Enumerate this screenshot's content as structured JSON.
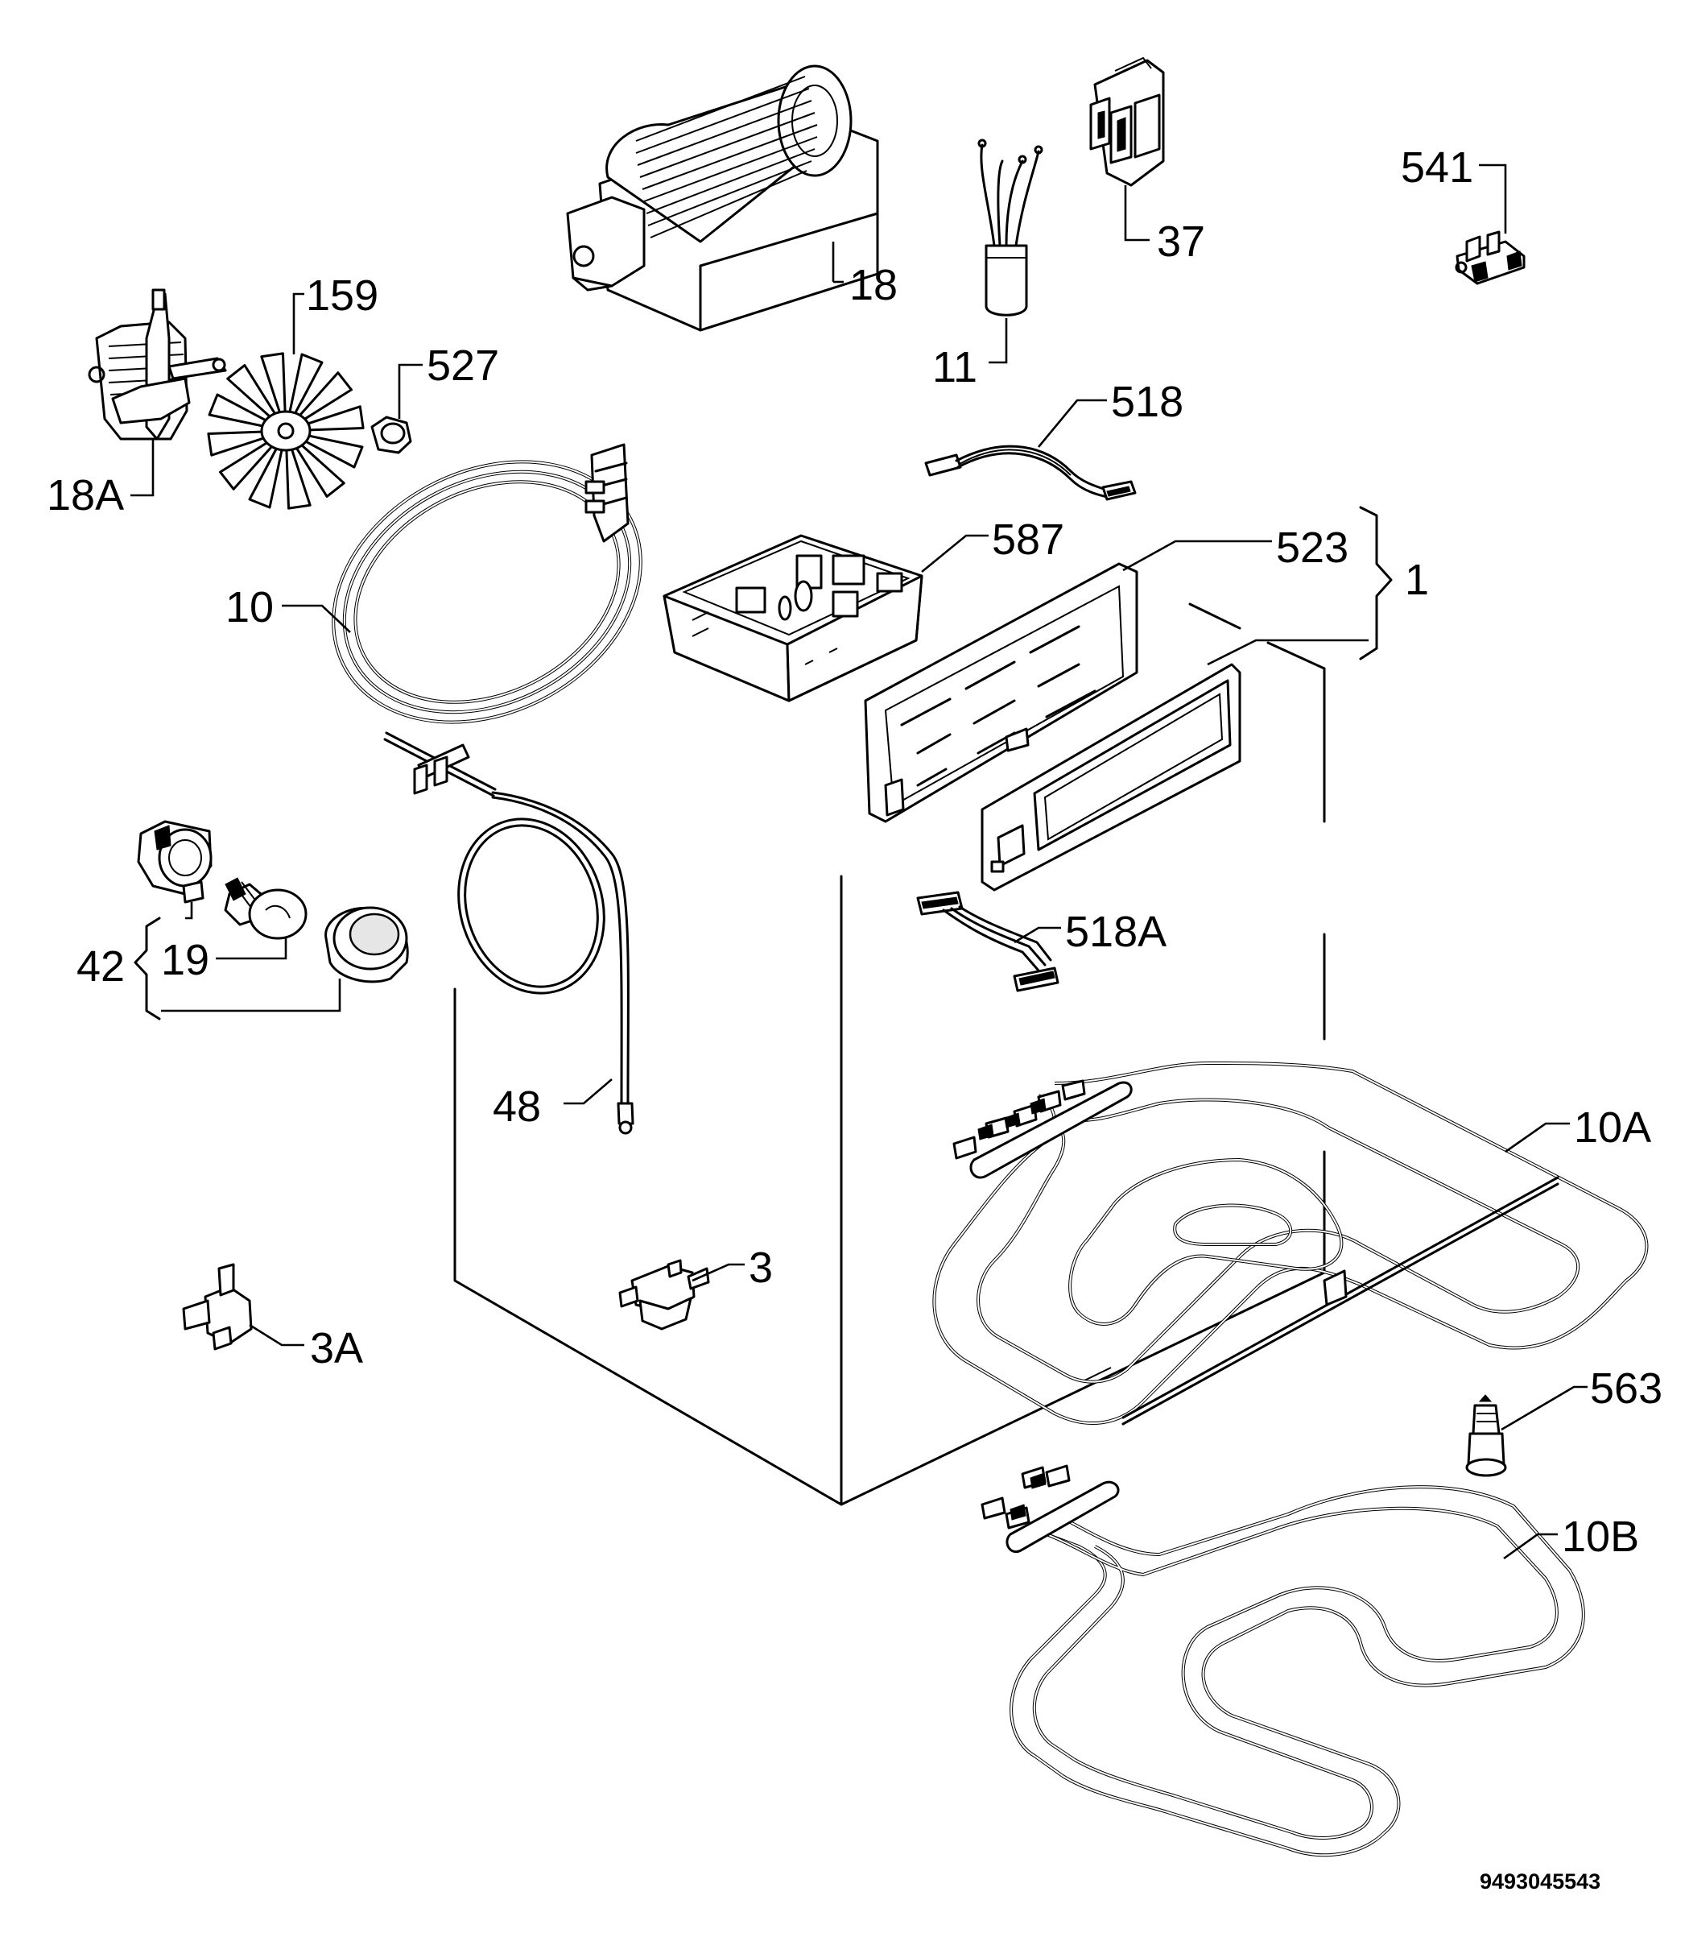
{
  "labels": {
    "l_18": "18",
    "l_11": "11",
    "l_37": "37",
    "l_541": "541",
    "l_159": "159",
    "l_527": "527",
    "l_18A": "18A",
    "l_518": "518",
    "l_587": "587",
    "l_523": "523",
    "l_1": "1",
    "l_10": "10",
    "l_42": "42",
    "l_19": "19",
    "l_518A": "518A",
    "l_48": "48",
    "l_10A": "10A",
    "l_3": "3",
    "l_3A": "3A",
    "l_563": "563",
    "l_10B": "10B"
  },
  "drawing_code": "9493045543"
}
